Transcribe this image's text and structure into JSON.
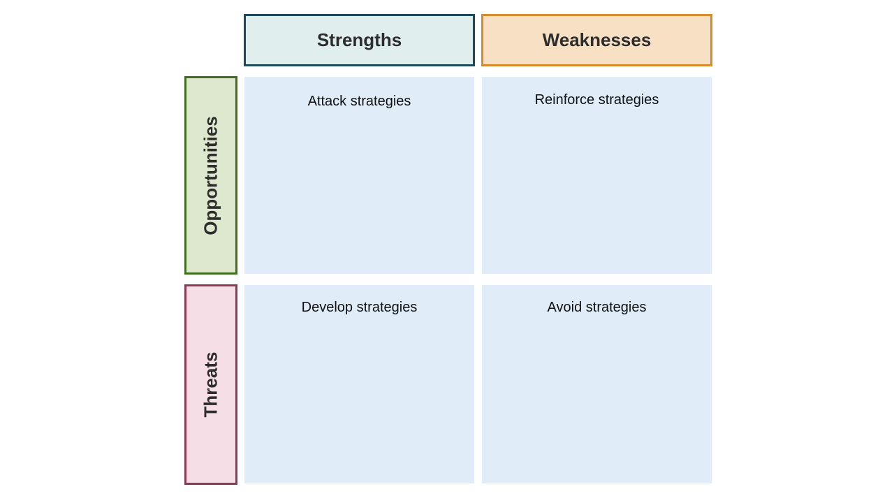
{
  "columns": {
    "strengths": "Strengths",
    "weaknesses": "Weaknesses"
  },
  "rows": {
    "opportunities": "Opportunities",
    "threats": "Threats"
  },
  "cells": {
    "strengths_opportunities": "Attack strategies",
    "weaknesses_opportunities": "Reinforce strategies",
    "strengths_threats": "Develop strategies",
    "weaknesses_threats": "Avoid strategies"
  },
  "colors": {
    "strengths_fill": "#e0eeee",
    "strengths_border": "#1b4a5a",
    "weaknesses_fill": "#f8e0c4",
    "weaknesses_border": "#d98b2b",
    "opportunities_fill": "#dde8ce",
    "opportunities_border": "#3f6e1e",
    "threats_fill": "#f5dee6",
    "threats_border": "#8a3a55",
    "cell_fill": "#e0ecf8"
  }
}
